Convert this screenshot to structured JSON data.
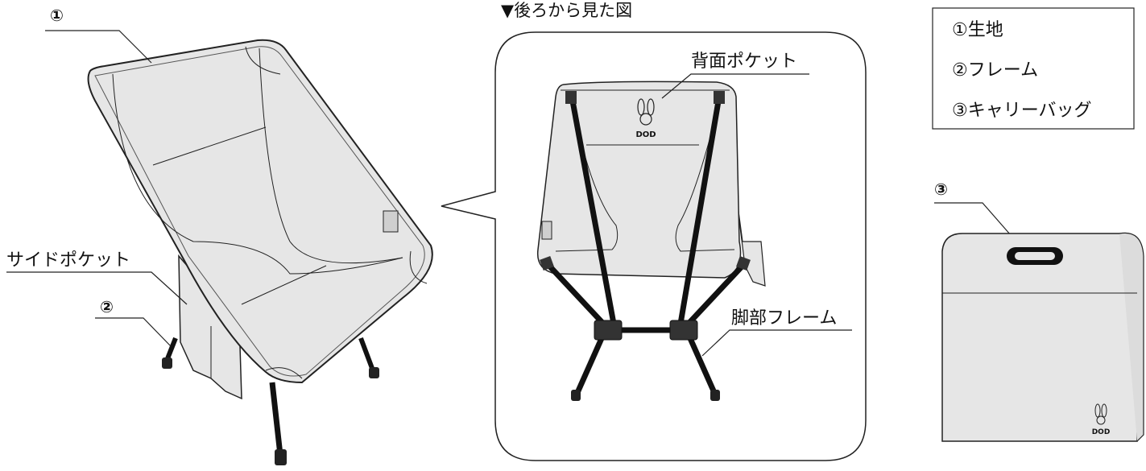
{
  "callouts": {
    "fabric_marker": "①",
    "frame_marker": "②",
    "bag_marker": "③",
    "side_pocket": "サイドポケット",
    "back_view_title": "▼後ろから見た図",
    "back_pocket": "背面ポケット",
    "leg_frame": "脚部フレーム"
  },
  "legend": {
    "items": [
      "①生地",
      "②フレーム",
      "③キャリーバッグ"
    ]
  },
  "brand": {
    "logo_text": "DOD"
  },
  "colors": {
    "fabric": "#e6e6e6",
    "frame": "#111111",
    "line": "#222222",
    "background": "#ffffff"
  }
}
